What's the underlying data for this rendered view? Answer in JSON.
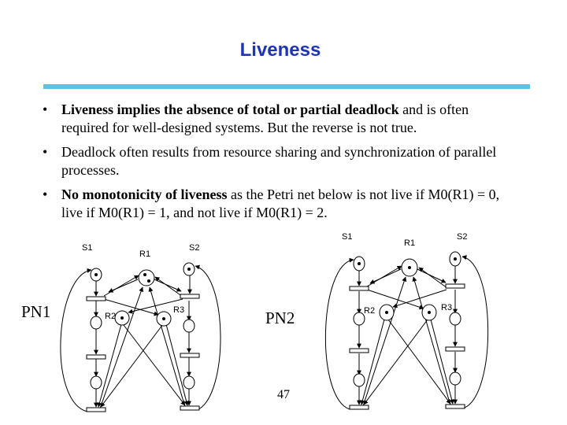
{
  "slide": {
    "title": "Liveness",
    "bullets": [
      {
        "marker": "•",
        "bold": "Liveness implies the absence of total or partial deadlock",
        "rest": " and is often required for well-designed systems. But the reverse is not true."
      },
      {
        "marker": "•",
        "bold": "",
        "rest": "Deadlock often results from resource sharing and synchronization of parallel processes."
      },
      {
        "marker": "•",
        "bold": "No monotonicity of liveness",
        "rest": " as the Petri net below is not live if M0(R1) = 0, live if M0(R1) = 1, and not live if M0(R1) = 2."
      }
    ],
    "page_number": "47",
    "accent_color": "#1f35b5",
    "rule_color": "#5bc0eb"
  },
  "diagrams": {
    "pn1": {
      "label": "PN1",
      "places": {
        "s1": "S1",
        "r1": "R1",
        "s2": "S2",
        "r2": "R2",
        "r3": "R3"
      }
    },
    "pn2": {
      "label": "PN2",
      "places": {
        "s1": "S1",
        "r1": "R1",
        "s2": "S2",
        "r2": "R2",
        "r3": "R3"
      }
    }
  }
}
